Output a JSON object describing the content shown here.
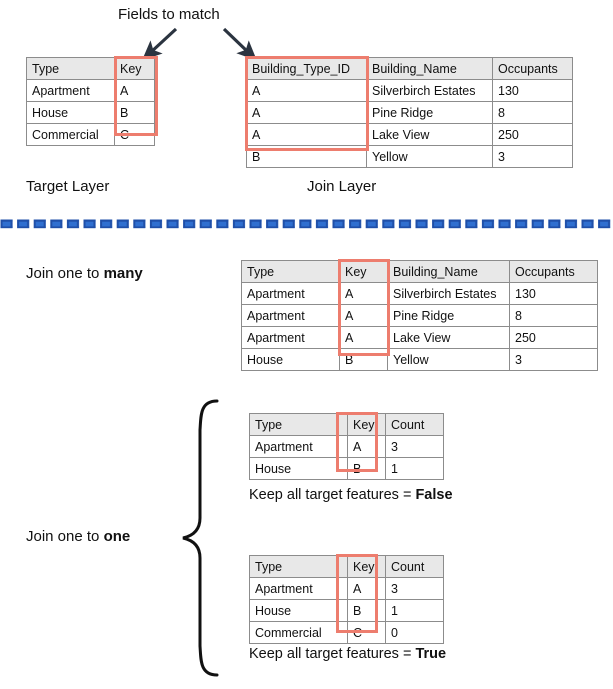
{
  "annotations": {
    "fields_to_match": "Fields to match",
    "target_layer": "Target Layer",
    "join_layer": "Join Layer",
    "join_one_to_many_prefix": "Join one to ",
    "join_one_to_many_emph": "many",
    "join_one_to_one_prefix": "Join one to ",
    "join_one_to_one_emph": "one",
    "keep_all_prefix": "Keep all target features = ",
    "keep_all_false": "False",
    "keep_all_true": "True"
  },
  "colors": {
    "key_highlight": "#ed7d6e",
    "header_fill": "#e8e8e8",
    "grid_line": "#8c8c8c",
    "divider_blue_dark": "#1f4fa8",
    "divider_blue_light": "#2f6fd0",
    "arrow": "#2b3440",
    "text": "#111111"
  },
  "target_table": {
    "columns": [
      "Type",
      "Key"
    ],
    "rows": [
      [
        "Apartment",
        "A"
      ],
      [
        "House",
        "B"
      ],
      [
        "Commercial",
        "C"
      ]
    ],
    "highlight_column": "Key"
  },
  "join_table": {
    "columns": [
      "Building_Type_ID",
      "Building_Name",
      "Occupants"
    ],
    "rows": [
      [
        "A",
        "Silverbirch Estates",
        "130"
      ],
      [
        "A",
        "Pine Ridge",
        "8"
      ],
      [
        "A",
        "Lake View",
        "250"
      ],
      [
        "B",
        "Yellow",
        "3"
      ]
    ],
    "highlight_column": "Building_Type_ID"
  },
  "one_to_many_table": {
    "columns": [
      "Type",
      "Key",
      "Building_Name",
      "Occupants"
    ],
    "rows": [
      [
        "Apartment",
        "A",
        "Silverbirch Estates",
        "130"
      ],
      [
        "Apartment",
        "A",
        "Pine Ridge",
        "8"
      ],
      [
        "Apartment",
        "A",
        "Lake View",
        "250"
      ],
      [
        "House",
        "B",
        "Yellow",
        "3"
      ]
    ],
    "highlight_column": "Key"
  },
  "one_to_one_false_table": {
    "columns": [
      "Type",
      "Key",
      "Count"
    ],
    "rows": [
      [
        "Apartment",
        "A",
        "3"
      ],
      [
        "House",
        "B",
        "1"
      ]
    ],
    "highlight_column": "Key"
  },
  "one_to_one_true_table": {
    "columns": [
      "Type",
      "Key",
      "Count"
    ],
    "rows": [
      [
        "Apartment",
        "A",
        "3"
      ],
      [
        "House",
        "B",
        "1"
      ],
      [
        "Commercial",
        "C",
        "0"
      ]
    ],
    "highlight_column": "Key"
  },
  "icons": {
    "arrow_left": "arrow-down-left-icon",
    "arrow_right": "arrow-down-right-icon",
    "brace": "curly-brace-icon",
    "divider": "dashed-divider-icon"
  }
}
